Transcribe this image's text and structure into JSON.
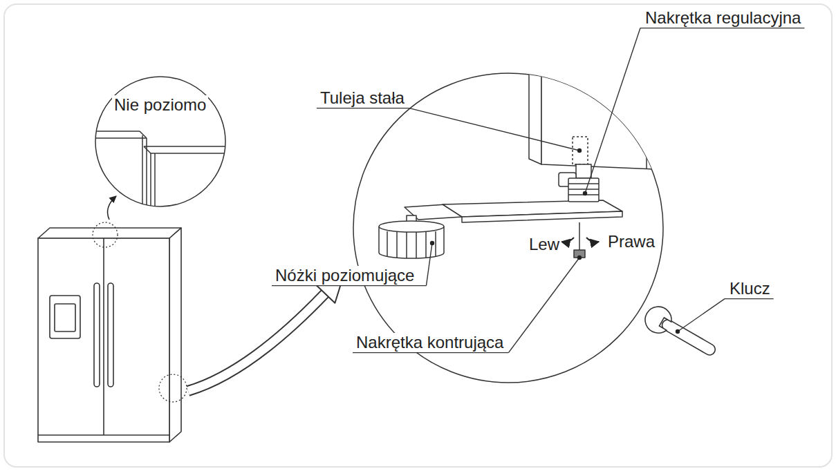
{
  "diagram": {
    "labels": [
      "Nakrętka regulacyjna",
      "Nie poziomo",
      "Tuleja stała",
      "Lew",
      "Prawa",
      "Nóżki poziomujące",
      "Nakrętka kontrująca",
      "Klucz"
    ]
  }
}
